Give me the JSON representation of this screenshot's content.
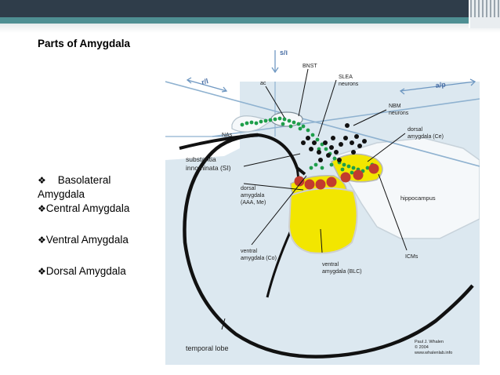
{
  "slide": {
    "title": "Parts of Amygdala",
    "bullet_glyph": "❖",
    "bullets": [
      {
        "line1": "Basolateral",
        "line2": "Amygdala"
      },
      {
        "text": "Central Amygdala"
      },
      {
        "text": "Ventral Amygdala"
      },
      {
        "text": "Dorsal Amygdala"
      }
    ]
  },
  "diagram": {
    "axis_labels": {
      "vertical": "s/i",
      "left": "r/l",
      "right": "a/p"
    },
    "labels": {
      "bnst": "BNST",
      "ac": "ac",
      "slea_line1": "SLEA",
      "slea_line2": "neurons",
      "nbm_line1": "NBM",
      "nbm_line2": "neurons",
      "dorsal_ce_line1": "dorsal",
      "dorsal_ce_line2": "amygdala (Ce)",
      "nas": "NAs",
      "si_line1": "substantia",
      "si_line2": "innominata (SI)",
      "dorsal_aaa_line1": "dorsal",
      "dorsal_aaa_line2": "amygdala",
      "dorsal_aaa_line3": "(AAA, Me)",
      "hippocampus": "hippocampus",
      "ventral_co_line1": "ventral",
      "ventral_co_line2": "amygdala (Co)",
      "ventral_blc_line1": "ventral",
      "ventral_blc_line2": "amygdala (BLC)",
      "icms": "ICMs",
      "temporal_lobe": "temporal lobe"
    },
    "credit": {
      "line1": "Paul J. Whalen",
      "line2": "© 2004",
      "line3": "www.whalenlab.info"
    },
    "colors": {
      "background": "#dce8f0",
      "nucleus": "#f2e600",
      "slea_dots": "#1e9e4a",
      "nbm_dots": "#111111",
      "icm_dots": "#c23b2e",
      "axis_lines": "#8fb2d0",
      "outline": "#111111"
    }
  }
}
